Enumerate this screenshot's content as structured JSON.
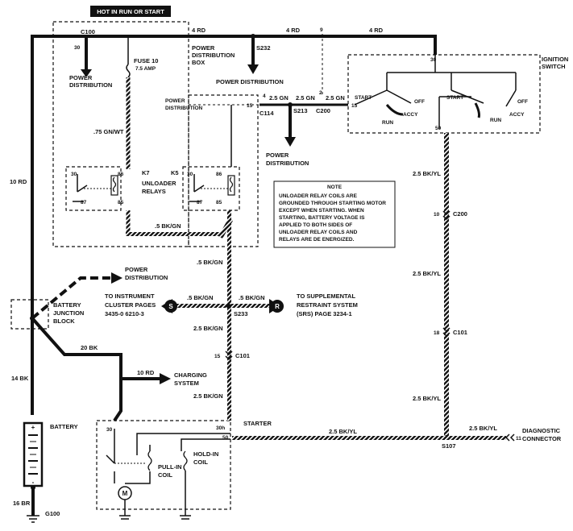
{
  "labels": {
    "hot_header": "HOT IN RUN OR START",
    "c100": "C100",
    "pin_30_c100": "30",
    "power_dist_1": "POWER",
    "power_dist_1b": "DISTRIBUTION",
    "fuse": "FUSE 10",
    "fuse_amp": "7.5 AMP",
    "rd4_a": "4 RD",
    "rd4_b": "4 RD",
    "rd4_c": "4 RD",
    "pin9": "9",
    "s232": "S232",
    "pdb_1": "POWER",
    "pdb_2": "DISTRIBUTION",
    "pdb_3": "BOX",
    "power_dist_2": "POWER DISTRIBUTION",
    "pd_small_1": "POWER",
    "pd_small_2": "DISTRIBUTION",
    "pin15": "15",
    "pin4": "4",
    "c114": "C114",
    "gn25_a": "2.5 GN",
    "gn25_b": "2.5 GN",
    "gn25_c": "2.5 GN",
    "pin2": "2",
    "s213": "S213",
    "c200_top": "C200",
    "power_dist_3a": "POWER",
    "power_dist_3b": "DISTRIBUTION",
    "ign_1": "IGNITION",
    "ign_2": "SWITCH",
    "pin30_ign": "30",
    "pin15_ign": "15",
    "pin50": "50",
    "start_1": "START",
    "start_2": "START",
    "off_1": "OFF",
    "off_2": "OFF",
    "run_1": "RUN",
    "run_2": "RUN",
    "accy_1": "ACCY",
    "accy_2": "ACCY",
    "gnwt": ".75 GN/WT",
    "k7": "K7",
    "k5": "K5",
    "unloader_1": "UNLOADER",
    "unloader_2": "RELAYS",
    "p30a": "30",
    "p86a": "86",
    "p87a": "87",
    "p85a": "85",
    "p30b": "30",
    "p86b": "86",
    "p87b": "87",
    "p85b": "85",
    "rd10": "10 RD",
    "bkgn_a": ".5 BK/GN",
    "bkgn_b": ".5 BK/GN",
    "bkgn_c": ".5 BK/GN",
    "bkgn_d": ".5 BK/GN",
    "bkgn_e": "2.5 BK/GN",
    "bkgn_f": "2.5 BK/GN",
    "note_title": "NOTE",
    "note_lines": [
      "UNLOADER RELAY COILS ARE",
      "GROUNDED THROUGH STARTING MOTOR",
      "EXCEPT WHEN STARTING. WHEN",
      "STARTING, BATTERY VOLTAGE IS",
      "APPLIED TO BOTH SIDES OF",
      "UNLOADER RELAY COILS AND",
      "RELAYS ARE DE ENERGIZED."
    ],
    "bkyl_1": "2.5 BK/YL",
    "pin10": "10",
    "c200_mid": "C200",
    "bkyl_2": "2.5 BK/YL",
    "pin18": "18",
    "c101_right": "C101",
    "bkyl_3": "2.5 BK/YL",
    "bkyl_4": "2.5 BK/YL",
    "bkyl_5": "2.5 BK/YL",
    "power_dist_4a": "POWER",
    "power_dist_4b": "DISTRIBUTION",
    "bjb_1": "BATTERY",
    "bjb_2": "JUNCTION",
    "bjb_3": "BLOCK",
    "cluster_1": "TO INSTRUMENT",
    "cluster_2": "CLUSTER PAGES",
    "cluster_3": "3435-0   6210-3",
    "s_marker": "S",
    "r_marker": "R",
    "srs_1": "TO SUPPLEMENTAL",
    "srs_2": "RESTRAINT SYSTEM",
    "srs_3": "(SRS) PAGE 3234-1",
    "s233": "S233",
    "pin15_c101": "15",
    "c101_left": "C101",
    "bk20": "20 BK",
    "rd10_b": "10 RD",
    "charging_1": "CHARGING",
    "charging_2": "SYSTEM",
    "bk14": "14 BK",
    "battery": "BATTERY",
    "br16": "16 BR",
    "g100": "G100",
    "starter": "STARTER",
    "p30_st": "30",
    "p30h": "30h",
    "p50": "50",
    "holdin_1": "HOLD-IN",
    "holdin_2": "COIL",
    "pullin_1": "PULL-IN",
    "pullin_2": "COIL",
    "motor": "M",
    "s107": "S107",
    "pin11": "11",
    "diag_1": "DIAGNOSTIC",
    "diag_2": "CONNECTOR"
  }
}
